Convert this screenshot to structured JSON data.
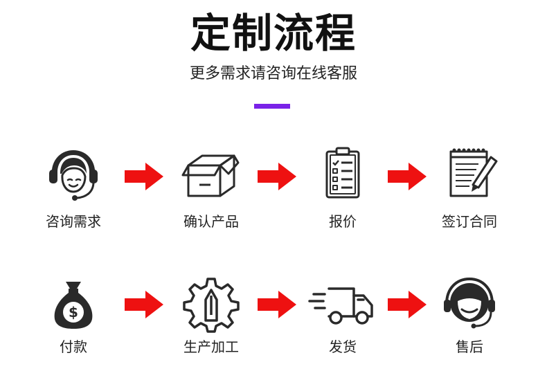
{
  "header": {
    "title": "定制流程",
    "subtitle": "更多需求请咨询在线客服"
  },
  "colors": {
    "accent": "#7a22e8",
    "arrow": "#ee1111",
    "icon": "#2a2a2a"
  },
  "steps": [
    {
      "label": "咨询需求",
      "icon": "headset-agent-icon"
    },
    {
      "label": "确认产品",
      "icon": "open-box-icon"
    },
    {
      "label": "报价",
      "icon": "clipboard-checklist-icon"
    },
    {
      "label": "签订合同",
      "icon": "notepad-pen-icon"
    },
    {
      "label": "付款",
      "icon": "money-bag-icon"
    },
    {
      "label": "生产加工",
      "icon": "gear-pen-icon"
    },
    {
      "label": "发货",
      "icon": "delivery-truck-icon"
    },
    {
      "label": "售后",
      "icon": "service-headset-icon"
    }
  ]
}
